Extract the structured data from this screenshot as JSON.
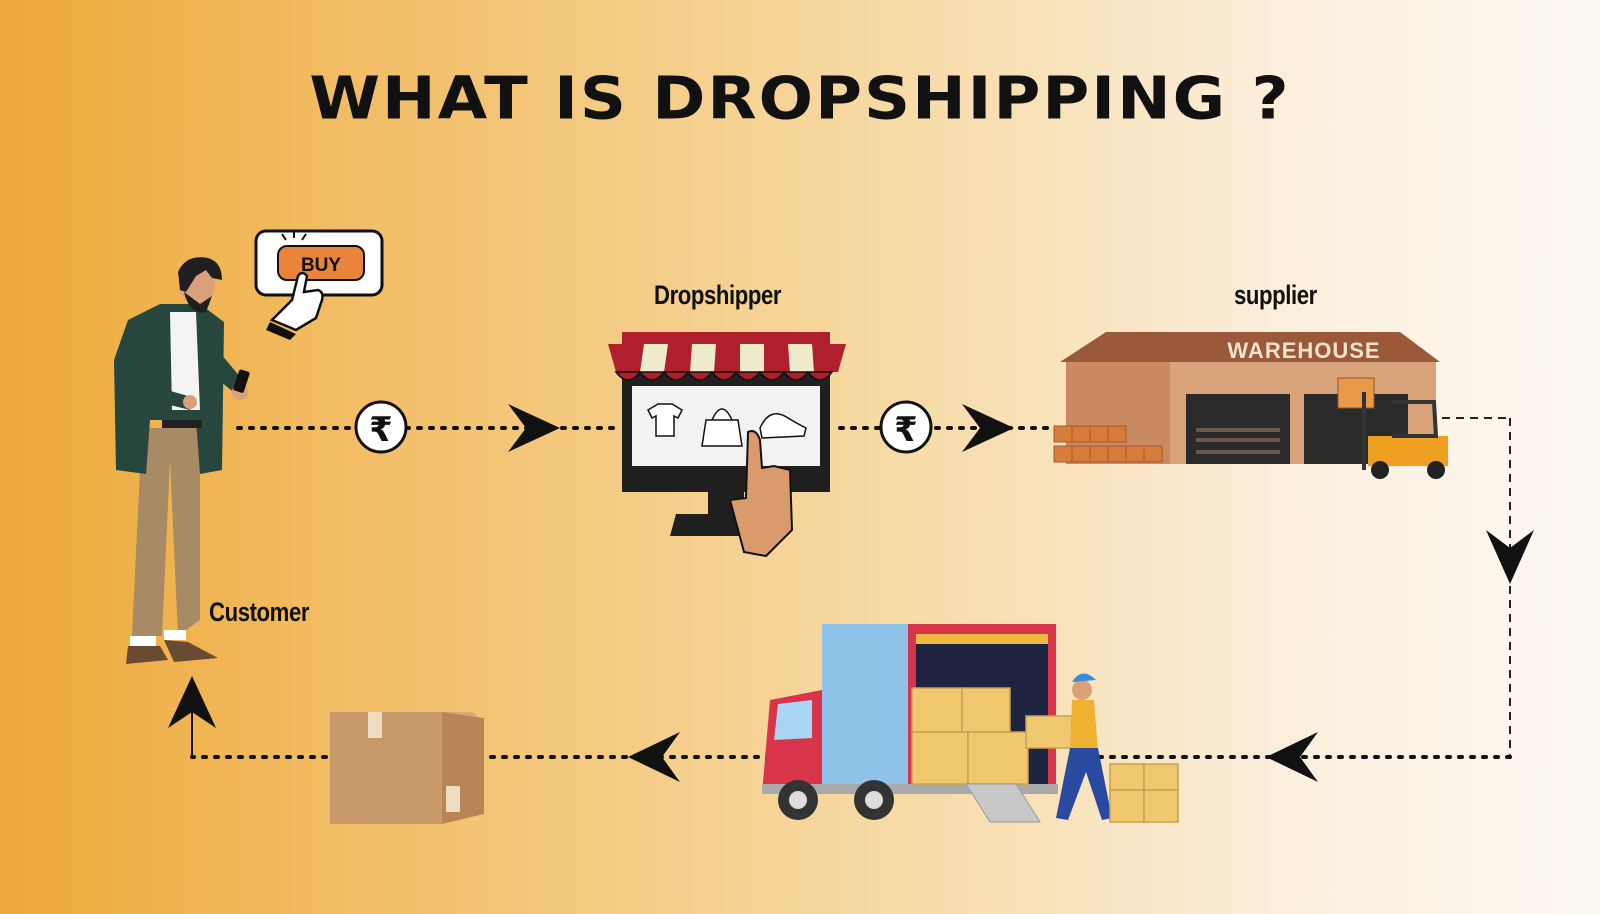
{
  "title": "WHAT IS DROPSHIPPING ?",
  "nodes": {
    "customer": "Customer",
    "dropshipper": "Dropshipper",
    "supplier": "supplier"
  },
  "buy_button": "BUY",
  "warehouse_sign": "WAREHOUSE",
  "currency_symbol": "₹",
  "colors": {
    "background_left": "#eda93a",
    "background_right": "#fdf9f3",
    "awning_red": "#b0202c",
    "truck_blue": "#8fc3ea",
    "box_brown": "#c89a6a"
  }
}
